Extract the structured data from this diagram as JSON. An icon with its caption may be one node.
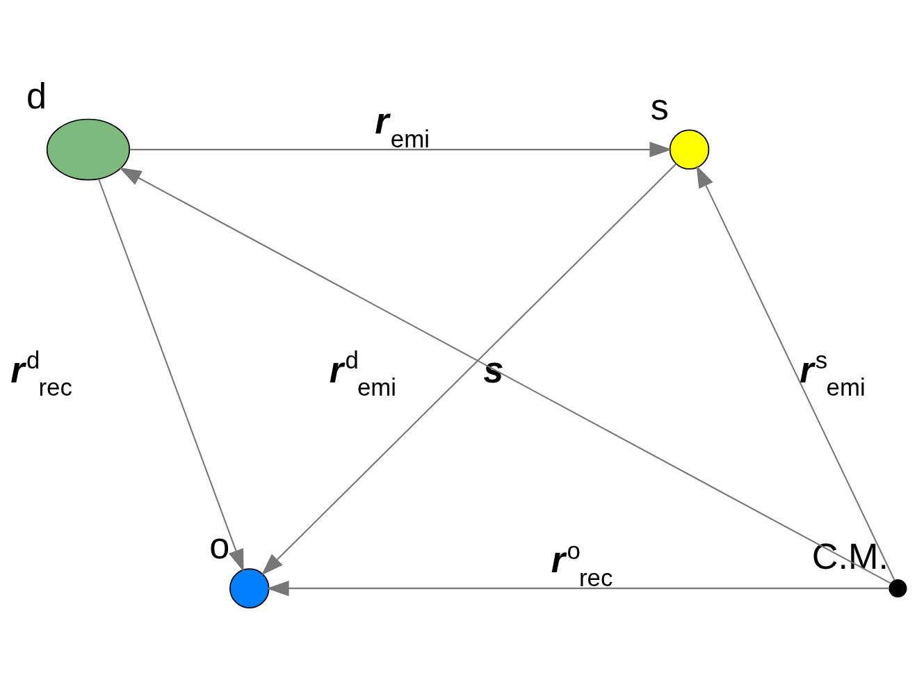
{
  "diagram": {
    "nodes": [
      {
        "text": [
          "d"
        ]
      },
      {
        "text": [
          "s"
        ]
      },
      {
        "text": [
          "o"
        ]
      },
      {
        "text": [
          "C.M."
        ]
      }
    ],
    "edges": [
      {
        "from": 0,
        "to": 1,
        "arrow": "to",
        "label": "**r**$_{emi}$"
      },
      {
        "from": 0,
        "to": 2,
        "arrow": "to",
        "label": "**r**$^{d}$$_{rec}$"
      },
      {
        "from": 1,
        "to": 2,
        "arrow": "to",
        "label": "s"
      },
      {
        "from": 3,
        "to": 0,
        "arrow": "to",
        "label": "**r**$^{d}$$_{emi}$"
      },
      {
        "from": 3,
        "to": 1,
        "arrow": "to",
        "label": "**r**$^{s}$$_{emi}$"
      },
      {
        "from": 3,
        "to": 2,
        "arrow": "to",
        "label": "**r**$^{o}$$_{rec}$"
      }
    ]
  }
}
